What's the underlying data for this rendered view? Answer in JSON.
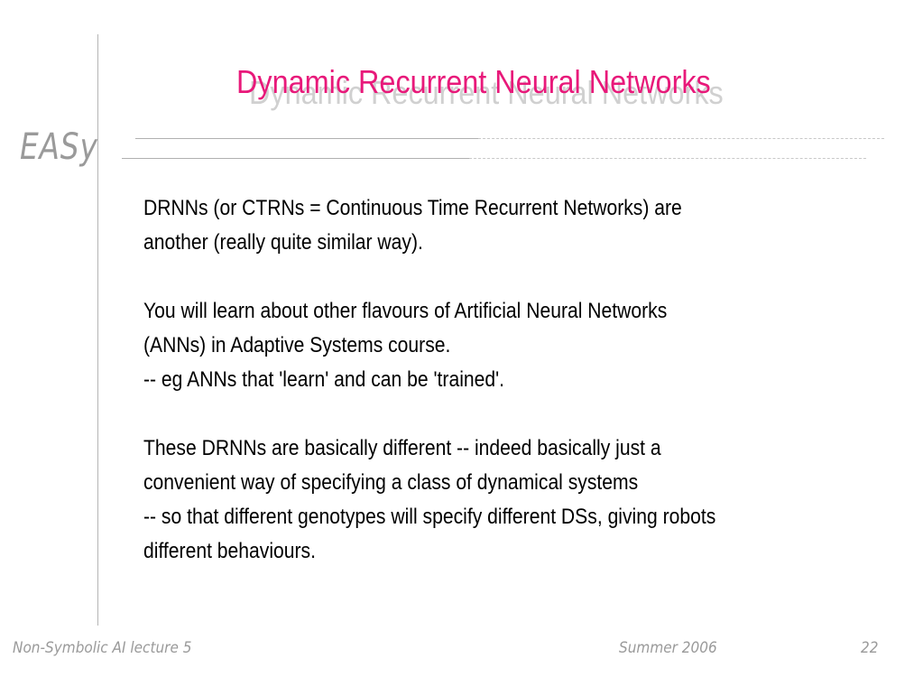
{
  "slide": {
    "title": "Dynamic Recurrent Neural Networks",
    "logo": "EASy",
    "paragraphs": [
      [
        "DRNNs (or CTRNs = Continuous Time Recurrent Networks) are",
        "another (really quite similar way)."
      ],
      [
        "You will learn about other flavours of Artificial Neural Networks",
        "(ANNs) in Adaptive Systems course.",
        "-- eg ANNs that 'learn' and can be 'trained'."
      ],
      [
        "These DRNNs are basically different -- indeed basically just a",
        "convenient way of specifying a class of dynamical systems",
        "-- so that different genotypes will specify different DSs, giving robots",
        "different behaviours."
      ]
    ]
  },
  "footer": {
    "course": "Non-Symbolic AI lecture 5",
    "term": "Summer 2006",
    "page": "22"
  },
  "colors": {
    "title": "#e8197a",
    "rules": "#b0b0b0",
    "logo": "#9a9a9a"
  }
}
